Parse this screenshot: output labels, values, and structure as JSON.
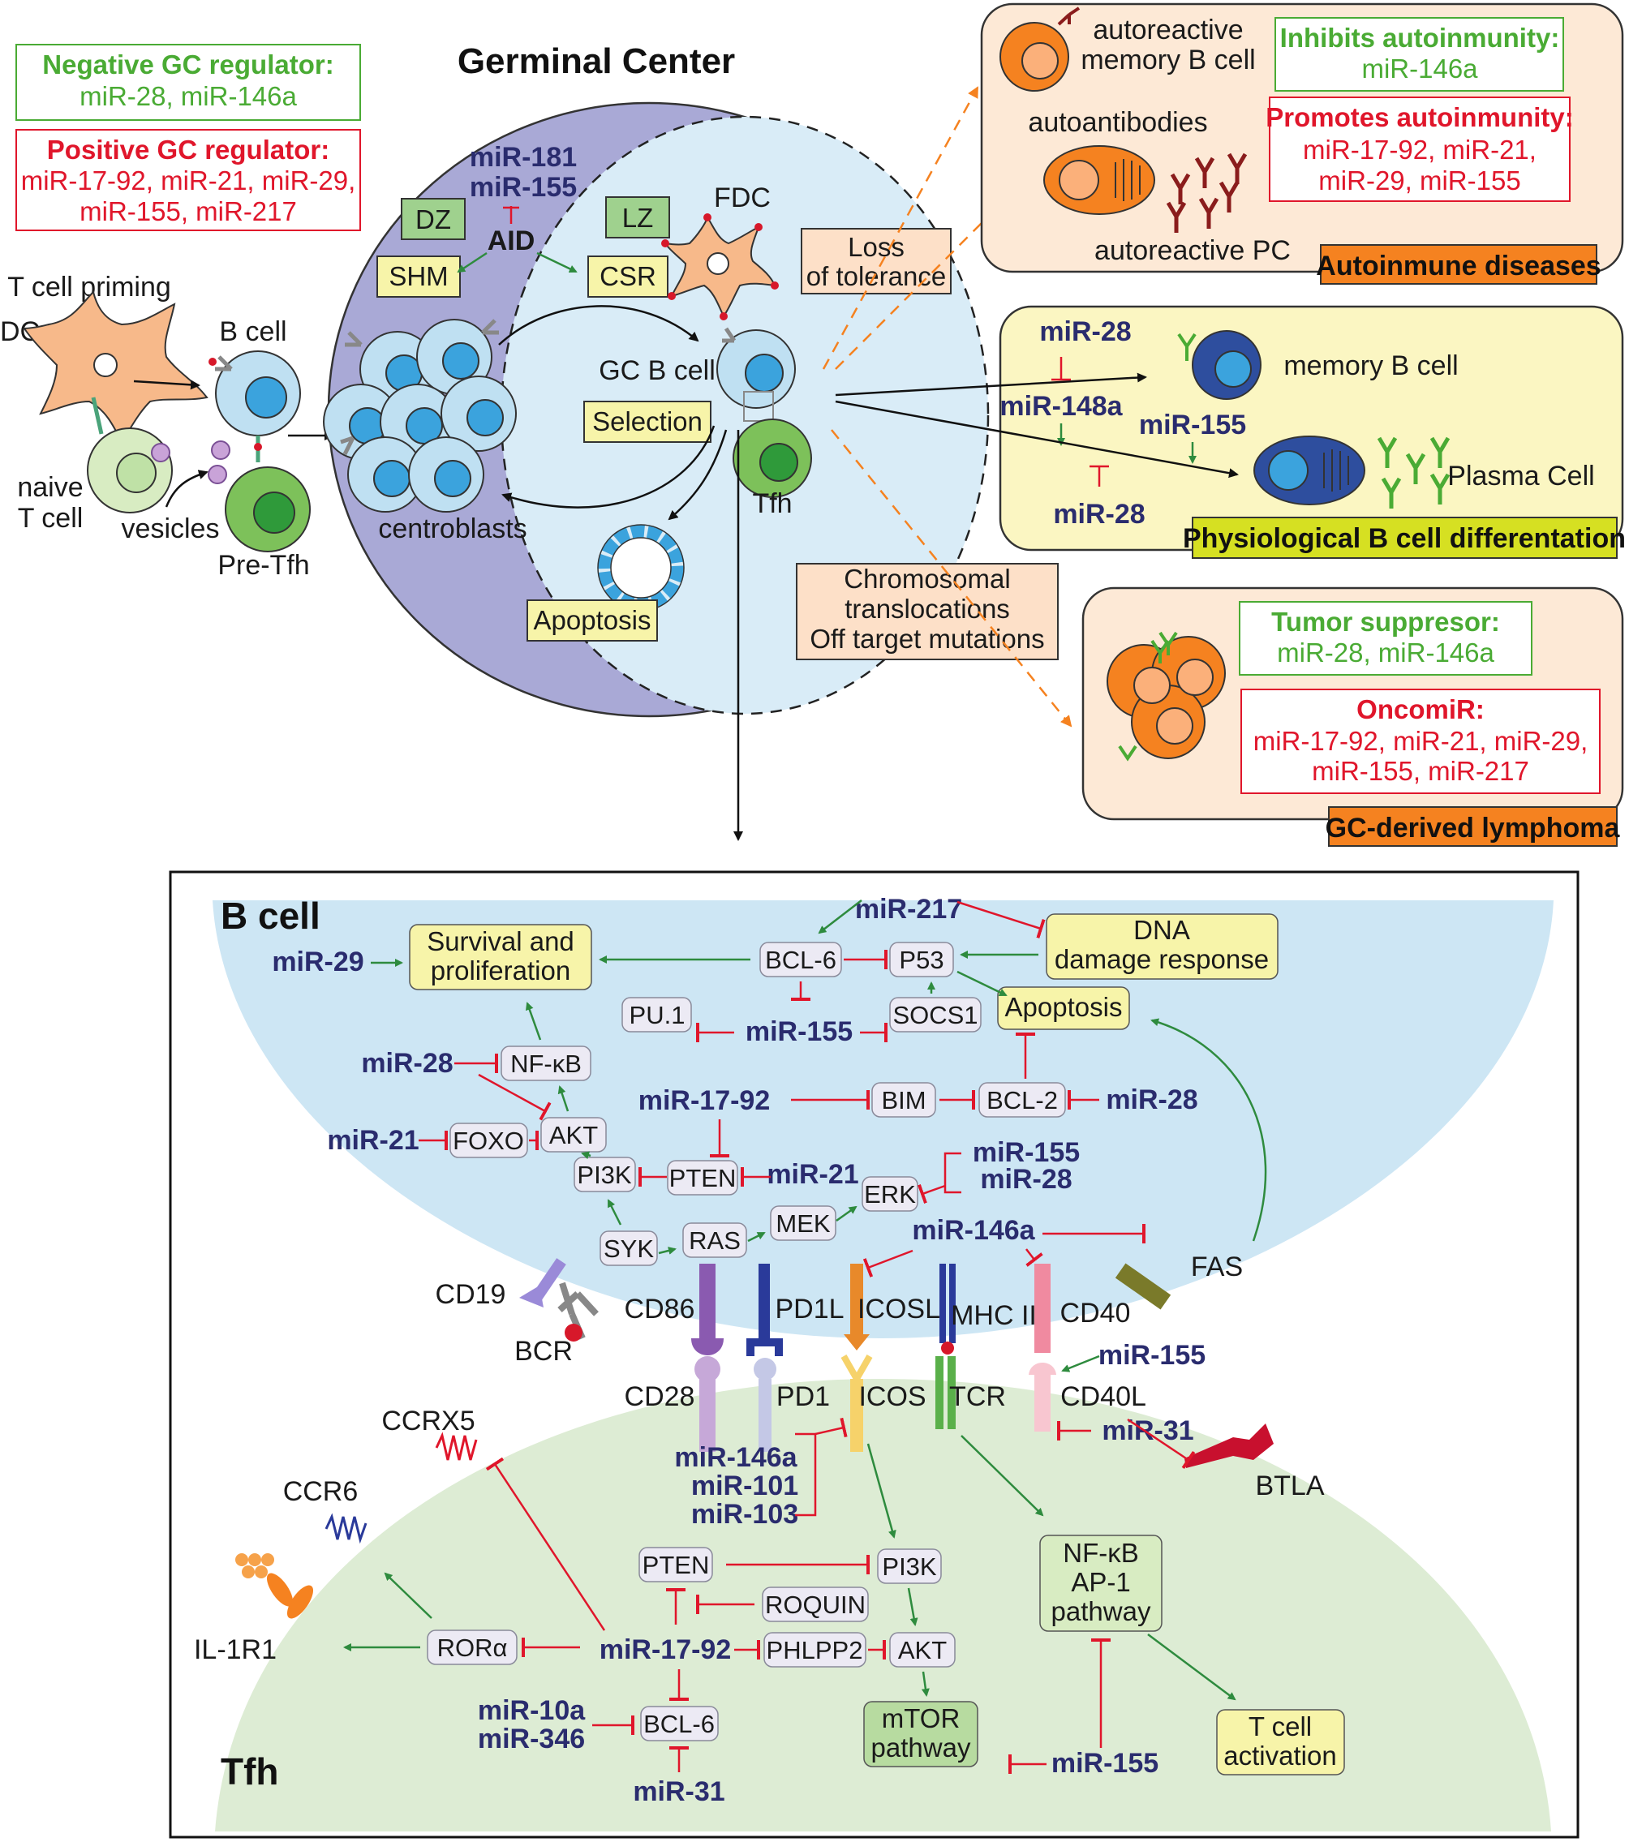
{
  "colors": {
    "activation": "#2e8b3e",
    "inhibition": "#e0162b",
    "mirna_text": "#2a2c6e",
    "tumor_suppressor": "#4aab34",
    "oncomir": "#e0162b",
    "dark_zone": "#a9a9d6",
    "light_zone": "#d9ecf7",
    "b_cell_region": "#cde6f4",
    "tfh_region": "#ddecd4",
    "box_yellow": "#f7f4a9",
    "box_green": "#9fd18e",
    "box_orange": "#fde0c8",
    "autoimmune_panel": "#fde9d6",
    "physiological_panel": "#fbf6c2",
    "lymphoma_panel": "#fde9d6",
    "label_orange": "#f58220",
    "label_yellow": "#d6e022"
  },
  "top": {
    "negative_box": {
      "title": "Negative GC regulator:",
      "body": "miR-28, miR-146a"
    },
    "positive_box": {
      "title": "Positive GC regulator:",
      "line1": "miR-17-92, miR-21, miR-29,",
      "line2": "miR-155, miR-217"
    },
    "priming": {
      "title": "T cell priming",
      "dc": "DC",
      "b_cell": "B cell",
      "naive1": "naive",
      "naive2": "T cell",
      "vesicles": "vesicles",
      "pre_tfh": "Pre-Tfh"
    },
    "germinal_center": {
      "title": "Germinal Center",
      "mir_top1": "miR-181",
      "mir_top2": "miR-155",
      "dz": "DZ",
      "lz": "LZ",
      "aid": "AID",
      "shm": "SHM",
      "csr": "CSR",
      "fdc": "FDC",
      "gc_b_cell": "GC B cell",
      "selection": "Selection",
      "tfh": "Tfh",
      "centroblasts": "centroblasts",
      "apoptosis": "Apoptosis"
    },
    "loss_tolerance": {
      "line1": "Loss",
      "line2": "of tolerance"
    },
    "chromosomal": {
      "line1": "Chromosomal",
      "line2": "translocations",
      "line3": "Off target mutations"
    },
    "autoimmune": {
      "memory1": "autoreactive",
      "memory2": "memory B cell",
      "autoantibodies": "autoantibodies",
      "pc": "autoreactive PC",
      "inhibits_title": "Inhibits autoinmunity:",
      "inhibits_body": "miR-146a",
      "promotes_title": "Promotes autoinmunity:",
      "promotes_line1": "miR-17-92, miR-21,",
      "promotes_line2": "miR-29, miR-155",
      "label": "Autoinmune diseases"
    },
    "physiological": {
      "mir28_top": "miR-28",
      "mir148a": "miR-148a",
      "mir155": "miR-155",
      "mir28_bottom": "miR-28",
      "memory": "memory B cell",
      "plasma": "Plasma Cell",
      "label": "Physiological B cell differentation"
    },
    "lymphoma": {
      "suppressor_title": "Tumor suppresor:",
      "suppressor_body": "miR-28, miR-146a",
      "oncomir_title": "OncomiR:",
      "oncomir_line1": "miR-17-92, miR-21, miR-29,",
      "oncomir_line2": "miR-155, miR-217",
      "label": "GC-derived lymphoma"
    }
  },
  "bottom": {
    "b_cell_title": "B cell",
    "tfh_title": "Tfh",
    "bcell_nodes": {
      "survival1": "Survival and",
      "survival2": "proliferation",
      "bcl6": "BCL-6",
      "p53": "P53",
      "dna1": "DNA",
      "dna2": "damage response",
      "apoptosis": "Apoptosis",
      "pu1": "PU.1",
      "socs1": "SOCS1",
      "nfkb": "NF-κB",
      "bim": "BIM",
      "bcl2": "BCL-2",
      "foxo": "FOXO",
      "akt": "AKT",
      "pi3k": "PI3K",
      "pten": "PTEN",
      "erk": "ERK",
      "mek": "MEK",
      "ras": "RAS",
      "syk": "SYK"
    },
    "bcell_mirs": {
      "mir217": "miR-217",
      "mir29": "miR-29",
      "mir155_mid": "miR-155",
      "mir28_nfkb": "miR-28",
      "mir1792": "miR-17-92",
      "mir28_bcl2": "miR-28",
      "mir21_foxo": "miR-21",
      "mir21_pten": "miR-21",
      "mir155_erk": "miR-155",
      "mir28_erk": "miR-28",
      "mir146a": "miR-146a"
    },
    "receptors": {
      "cd19": "CD19",
      "bcr": "BCR",
      "cd86": "CD86",
      "pd1l": "PD1L",
      "icosl": "ICOSL",
      "mhc2": "MHC II",
      "cd40": "CD40",
      "fas": "FAS",
      "cd28": "CD28",
      "pd1": "PD1",
      "icos": "ICOS",
      "tcr": "TCR",
      "cd40l": "CD40L",
      "btla": "BTLA",
      "mir155_cd40": "miR-155",
      "mir31_cd40l": "miR-31"
    },
    "tfh_nodes": {
      "ccrx5": "CCRX5",
      "ccr6": "CCR6",
      "il1r1": "IL-1R1",
      "rora": "RORα",
      "pten": "PTEN",
      "pi3k": "PI3K",
      "roquin": "ROQUIN",
      "phlpp2": "PHLPP2",
      "akt": "AKT",
      "bcl6": "BCL-6",
      "mtor1": "mTOR",
      "mtor2": "pathway",
      "nfkb1": "NF-κB",
      "nfkb2": "AP-1",
      "nfkb3": "pathway",
      "tcell1": "T cell",
      "tcell2": "activation"
    },
    "tfh_mirs": {
      "mir146a": "miR-146a",
      "mir101": "miR-101",
      "mir103": "miR-103",
      "mir1792": "miR-17-92",
      "mir10a": "miR-10a",
      "mir346": "miR-346",
      "mir31": "miR-31",
      "mir155": "miR-155"
    }
  }
}
